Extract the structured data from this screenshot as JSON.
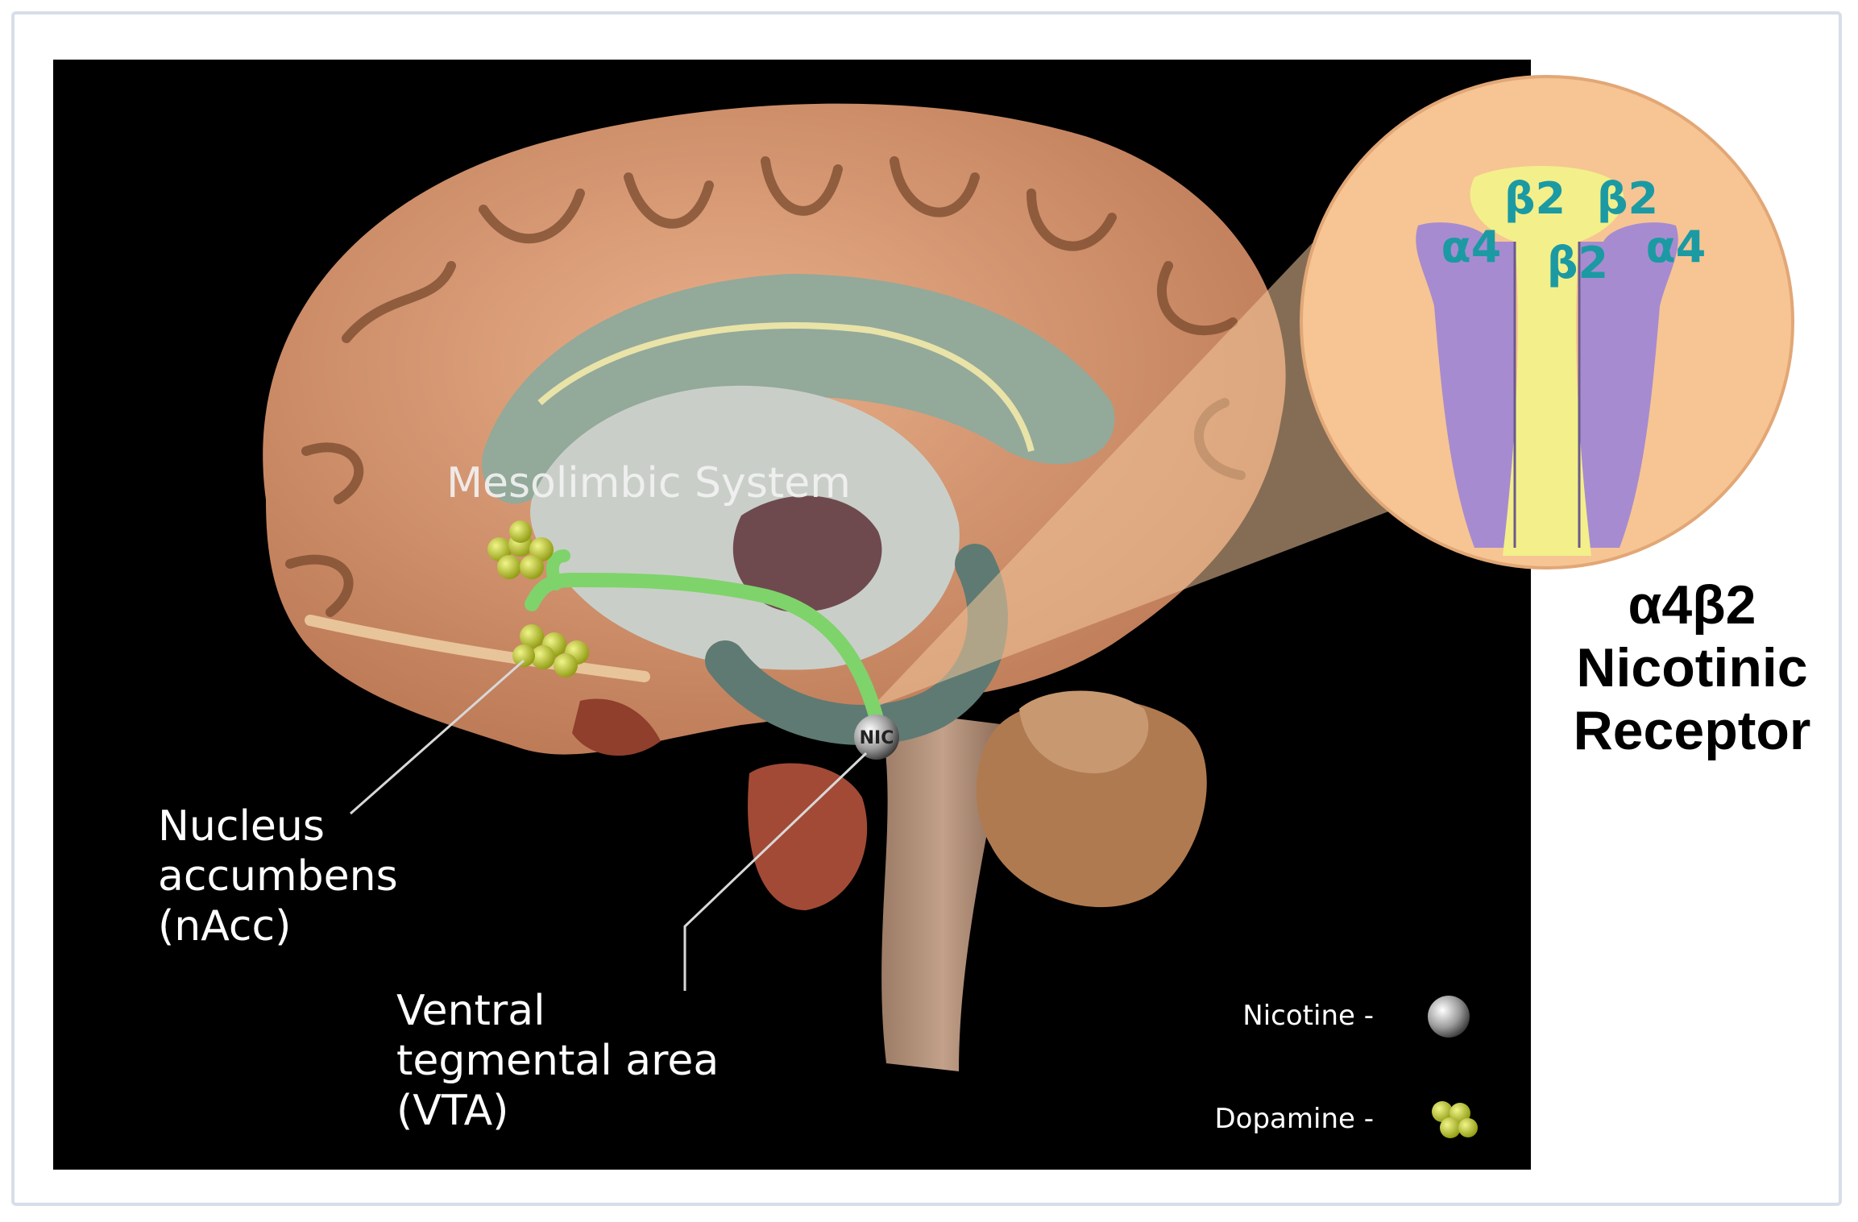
{
  "labels": {
    "mesolimbic": "Mesolimbic System",
    "nacc": [
      "Nucleus",
      "accumbens",
      "(nAcc)"
    ],
    "vta": [
      "Ventral",
      "tegmental area",
      "(VTA)"
    ],
    "nic_ball": "NIC"
  },
  "receptor": {
    "title_lines": [
      "α4β2",
      "Nicotinic",
      "Receptor"
    ],
    "subunits": [
      "β2",
      "β2",
      "α4",
      "β2",
      "α4"
    ]
  },
  "legend": {
    "nicotine": "Nicotine -",
    "dopamine": "Dopamine -"
  },
  "colors": {
    "background": "#000000",
    "cortex": "#d99a73",
    "pathway": "#7fd36b",
    "dopamine": "#c9d62a",
    "alpha_subunit": "#a78bd0",
    "beta_subunit": "#f3ef8a",
    "subunit_text": "#1b9aa3"
  }
}
